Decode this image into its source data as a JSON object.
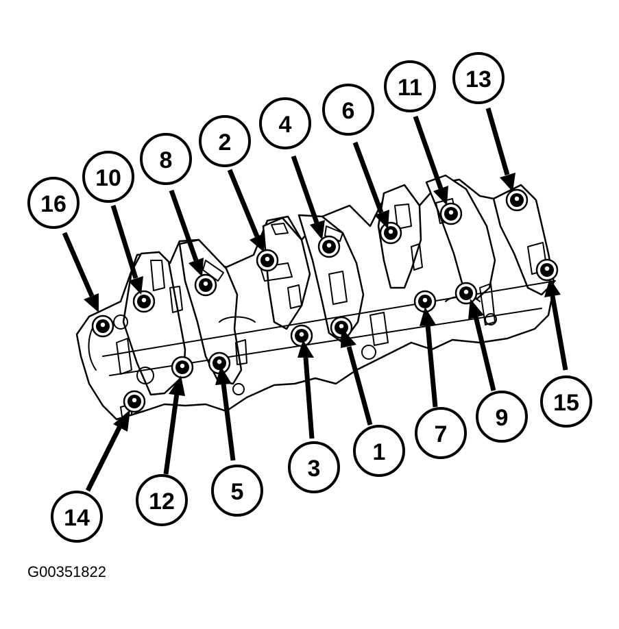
{
  "figure_code": "G00351822",
  "callouts": [
    {
      "label": "1"
    },
    {
      "label": "2"
    },
    {
      "label": "3"
    },
    {
      "label": "4"
    },
    {
      "label": "5"
    },
    {
      "label": "6"
    },
    {
      "label": "7"
    },
    {
      "label": "8"
    },
    {
      "label": "9"
    },
    {
      "label": "10"
    },
    {
      "label": "11"
    },
    {
      "label": "12"
    },
    {
      "label": "13"
    },
    {
      "label": "14"
    },
    {
      "label": "15"
    },
    {
      "label": "16"
    }
  ],
  "colors": {
    "line": "#000000",
    "background": "#ffffff"
  }
}
